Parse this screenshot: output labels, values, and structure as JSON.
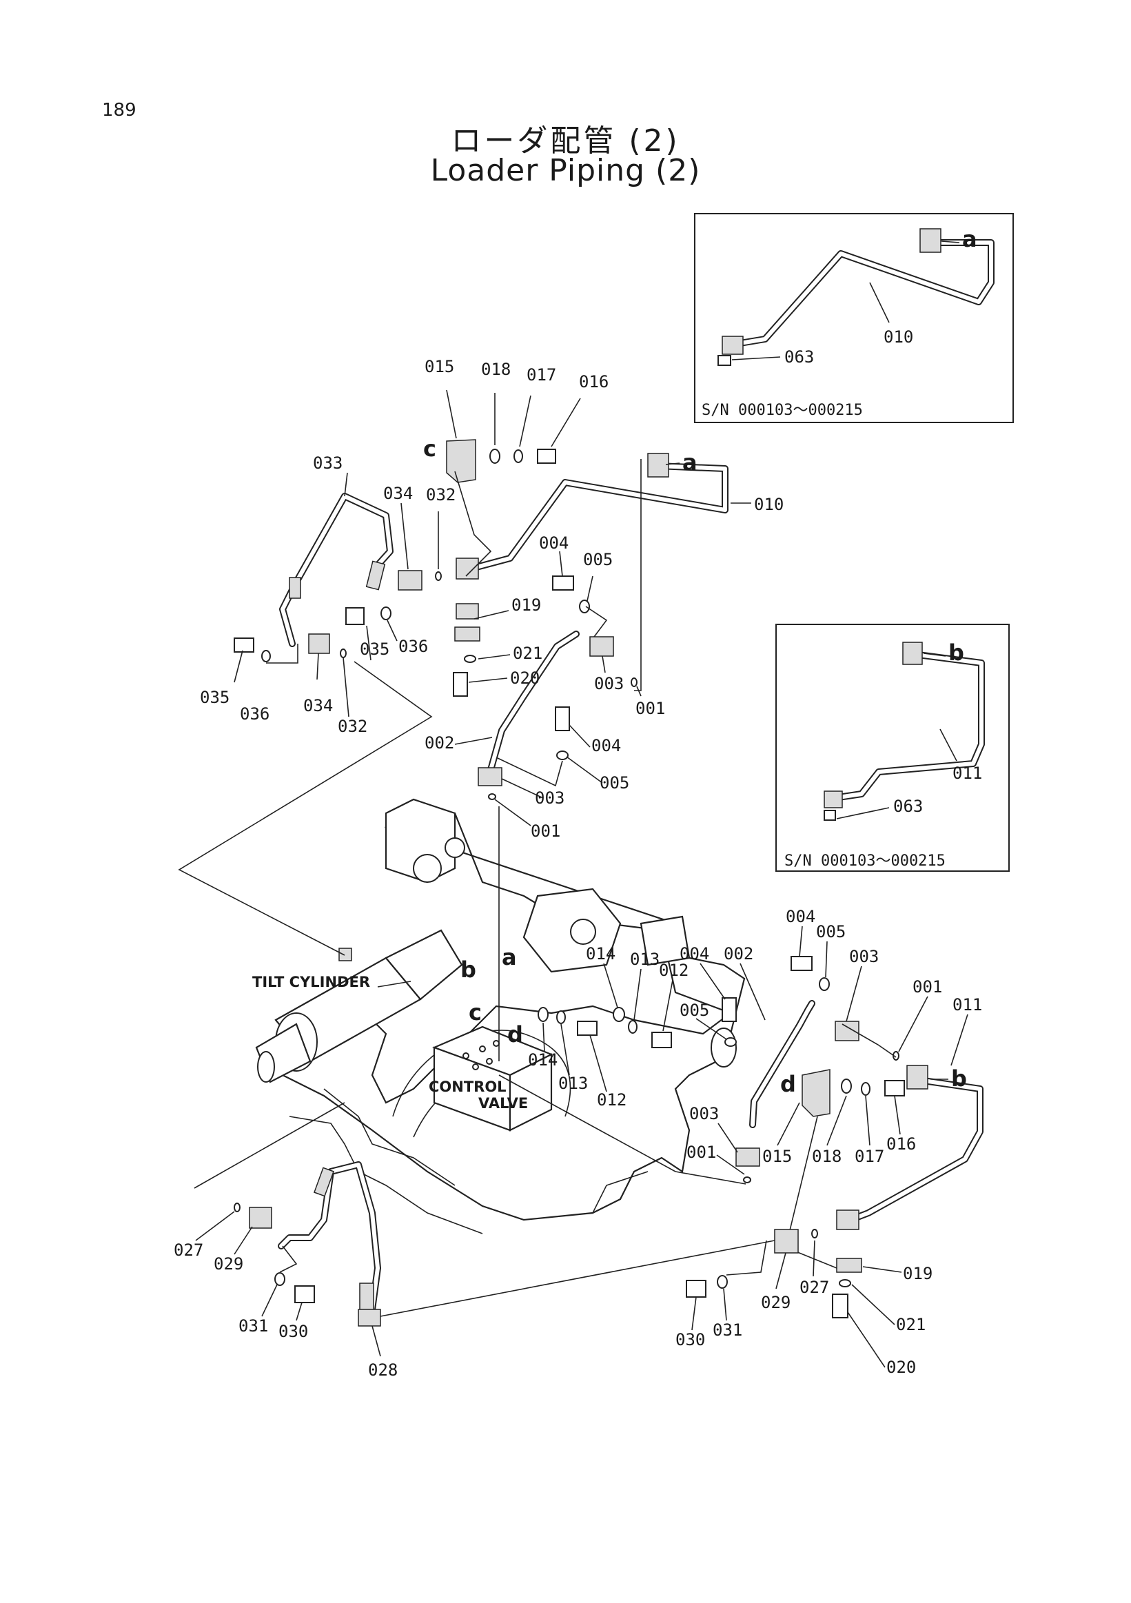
{
  "page_number": "189",
  "title_jp": "ローダ配管 (2)",
  "title_en": "Loader Piping (2)",
  "callouts": {
    "tilt_cylinder": "TILT CYLINDER",
    "control": "CONTROL",
    "valve": "VALVE"
  },
  "inset_top": {
    "serial": "S/N 000103～000215",
    "ref": "a",
    "labels": [
      "010",
      "063"
    ]
  },
  "inset_right": {
    "serial": "S/N 000103～000215",
    "ref": "b",
    "labels": [
      "011",
      "063"
    ]
  },
  "refs": {
    "a": "a",
    "b": "b",
    "c": "c",
    "d": "d"
  },
  "labels": {
    "p001": "001",
    "p002": "002",
    "p003": "003",
    "p004": "004",
    "p005": "005",
    "p010": "010",
    "p011": "011",
    "p012": "012",
    "p013": "013",
    "p014": "014",
    "p015": "015",
    "p016": "016",
    "p017": "017",
    "p018": "018",
    "p019": "019",
    "p020": "020",
    "p021": "021",
    "p027": "027",
    "p028": "028",
    "p029": "029",
    "p030": "030",
    "p031": "031",
    "p032": "032",
    "p033": "033",
    "p034": "034",
    "p035": "035",
    "p036": "036"
  }
}
